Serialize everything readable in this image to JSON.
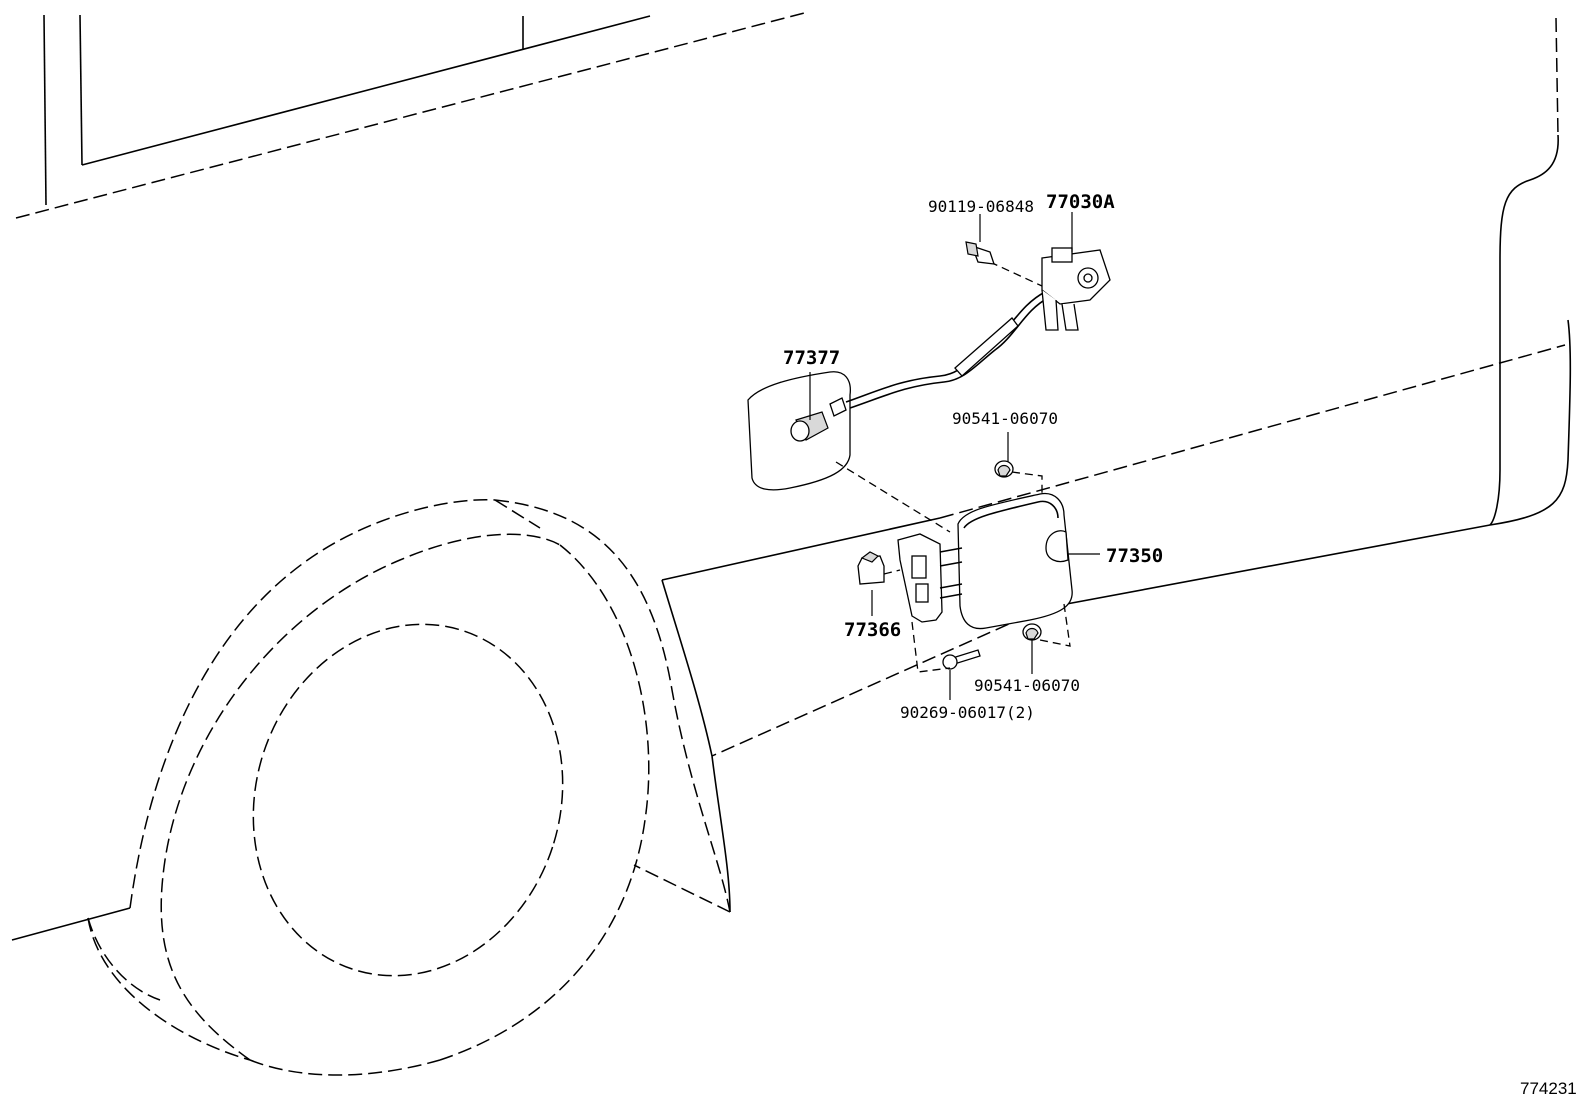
{
  "labels": {
    "bolt_top": "90119-06848",
    "actuator": "77030A",
    "housing": "77377",
    "clip_top": "90541-06070",
    "fuel_door": "77350",
    "hinge_clip": "77366",
    "clip_bottom": "90541-06070",
    "bolt_bottom": "90269-06017(2)"
  },
  "diagram_id": "774231"
}
